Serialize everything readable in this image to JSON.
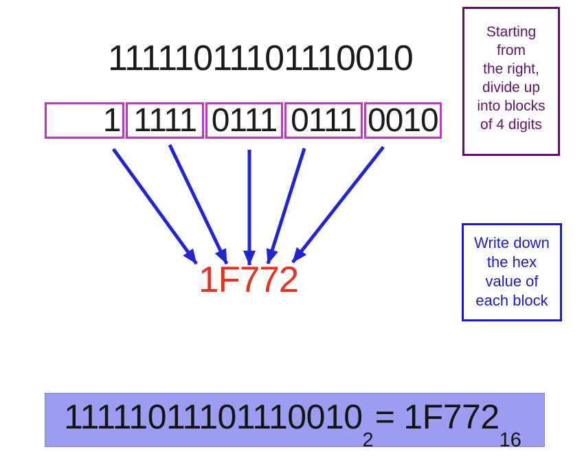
{
  "colors": {
    "block_border_magenta": "#c433c4",
    "note_purple": "#61136b",
    "note_blue": "#1a1acc",
    "arrow_blue": "#2323d6",
    "hex_red": "#e8311f",
    "banner_background": "#9c9cf0",
    "number_text": "#1a1a1a"
  },
  "binary_full": "11111011101110010",
  "blocks": [
    "1",
    "1111",
    "0111",
    "0111",
    "0010"
  ],
  "hex_result": "1F772",
  "notes": {
    "divide_blocks": "Starting\nfrom\nthe right,\ndivide up\ninto blocks\nof 4 digits",
    "write_hex": "Write down\nthe hex\nvalue of\neach block"
  },
  "equation": {
    "binary": "11111011101110010",
    "binary_base": "2",
    "equals": "=",
    "hex": "1F772",
    "hex_base": "16"
  }
}
